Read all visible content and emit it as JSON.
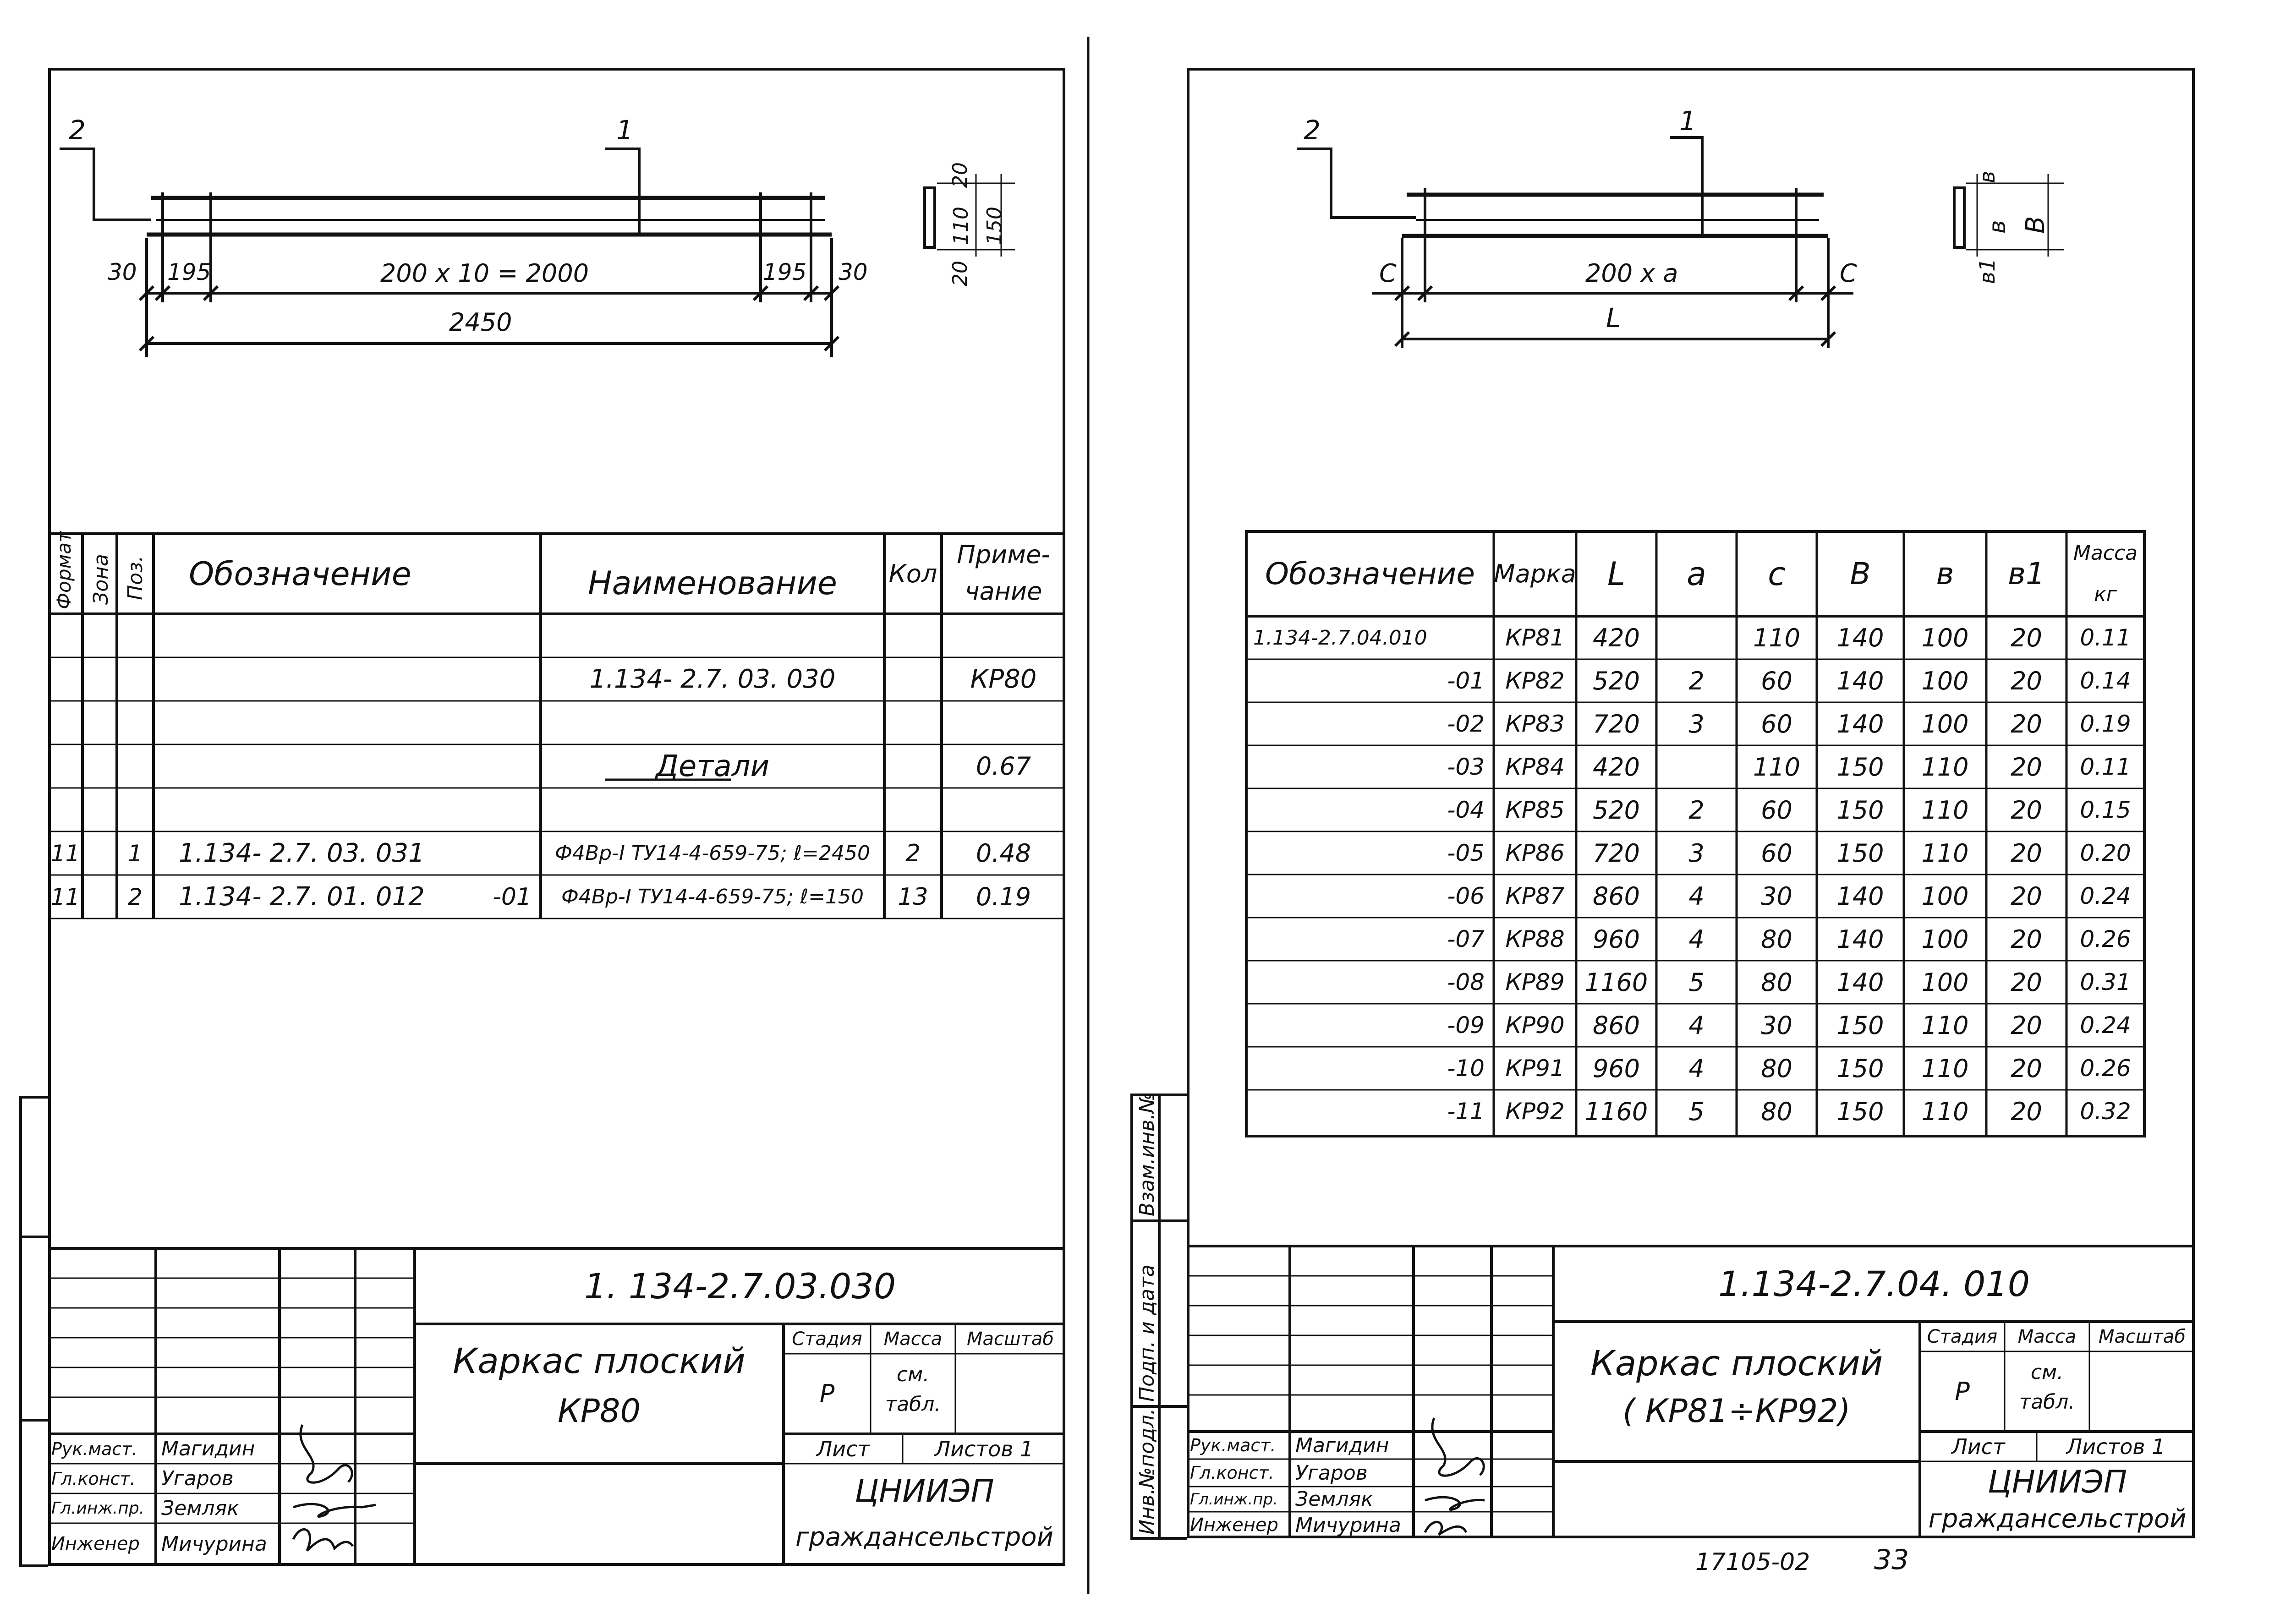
{
  "left_sheet": {
    "drawing": {
      "callout_2": "2",
      "callout_1": "1",
      "dim_30_left": "30",
      "dim_195_left": "195",
      "dim_middle": "200 x 10 = 2000",
      "dim_195_right": "195",
      "dim_30_right": "30",
      "dim_total": "2450",
      "sec_20_top": "20",
      "sec_110": "110",
      "sec_150": "150",
      "sec_20_bottom": "20"
    },
    "spec_headers": {
      "format": "Формат",
      "zone": "Зона",
      "pos": "Поз.",
      "designation": "Обозначение",
      "name": "Наименование",
      "qty": "Кол",
      "note_1": "Приме-",
      "note_2": "чание"
    },
    "spec_rows": {
      "r1_name": "1.134- 2.7. 03. 030",
      "r1_note": "КР80",
      "r2_name": "Детали",
      "r2_note": "0.67",
      "r3_format": "11",
      "r3_pos": "1",
      "r3_designation": "1.134- 2.7. 03. 031",
      "r3_name": "Ф4Вр-I ТУ14-4-659-75; ℓ=2450",
      "r3_qty": "2",
      "r3_note": "0.48",
      "r4_format": "11",
      "r4_pos": "2",
      "r4_designation": "1.134- 2.7. 01. 012",
      "r4_suffix": "-01",
      "r4_name": "Ф4Вр-I ТУ14-4-659-75; ℓ=150",
      "r4_qty": "13",
      "r4_note": "0.19"
    },
    "title_block": {
      "code": "1. 134-2.7.03.030",
      "title_1": "Каркас плоский",
      "title_2": "КР80",
      "stage_h": "Стадия",
      "mass_h": "Масса",
      "scale_h": "Масштаб",
      "stage": "Р",
      "mass_1": "см.",
      "mass_2": "табл.",
      "sheet": "Лист",
      "sheets": "Листов 1",
      "org_1": "ЦНИИЭП",
      "org_2": "граждансельстрой",
      "role_1": "Рук.маст.",
      "person_1": "Магидин",
      "role_2": "Гл.конст.",
      "person_2": "Угаров",
      "role_3": "Гл.инж.пр.",
      "person_3": "Земляк",
      "role_4": "Инженер",
      "person_4": "Мичурина"
    }
  },
  "right_sheet": {
    "drawing": {
      "callout_2": "2",
      "callout_1": "1",
      "dim_c_left": "С",
      "dim_middle": "200 х а",
      "dim_c_right": "С",
      "dim_total": "L",
      "sec_b_top": "в",
      "sec_b_mid": "в",
      "sec_B": "В",
      "sec_b1": "в1"
    },
    "table": {
      "headers": [
        "Обозначение",
        "Марка",
        "L",
        "а",
        "с",
        "В",
        "в",
        "в1",
        "Масса кг"
      ],
      "rows": [
        [
          "1.134-2.7.04.010",
          "КР81",
          "420",
          "",
          "110",
          "140",
          "100",
          "20",
          "0.11"
        ],
        [
          "-01",
          "КР82",
          "520",
          "2",
          "60",
          "140",
          "100",
          "20",
          "0.14"
        ],
        [
          "-02",
          "КР83",
          "720",
          "3",
          "60",
          "140",
          "100",
          "20",
          "0.19"
        ],
        [
          "-03",
          "КР84",
          "420",
          "",
          "110",
          "150",
          "110",
          "20",
          "0.11"
        ],
        [
          "-04",
          "КР85",
          "520",
          "2",
          "60",
          "150",
          "110",
          "20",
          "0.15"
        ],
        [
          "-05",
          "КР86",
          "720",
          "3",
          "60",
          "150",
          "110",
          "20",
          "0.20"
        ],
        [
          "-06",
          "КР87",
          "860",
          "4",
          "30",
          "140",
          "100",
          "20",
          "0.24"
        ],
        [
          "-07",
          "КР88",
          "960",
          "4",
          "80",
          "140",
          "100",
          "20",
          "0.26"
        ],
        [
          "-08",
          "КР89",
          "1160",
          "5",
          "80",
          "140",
          "100",
          "20",
          "0.31"
        ],
        [
          "-09",
          "КР90",
          "860",
          "4",
          "30",
          "150",
          "110",
          "20",
          "0.24"
        ],
        [
          "-10",
          "КР91",
          "960",
          "4",
          "80",
          "150",
          "110",
          "20",
          "0.26"
        ],
        [
          "-11",
          "КР92",
          "1160",
          "5",
          "80",
          "150",
          "110",
          "20",
          "0.32"
        ]
      ]
    },
    "side_stamp": {
      "s1": "Инв.№подл.",
      "s2": "Подп. и дата",
      "s3": "Взам.инв.№"
    },
    "title_block": {
      "code": "1.134-2.7.04. 010",
      "title_1": "Каркас плоский",
      "title_2": "( КР81÷КР92)",
      "stage_h": "Стадия",
      "mass_h": "Масса",
      "scale_h": "Масштаб",
      "stage": "Р",
      "mass_1": "см.",
      "mass_2": "табл.",
      "sheet": "Лист",
      "sheets": "Листов 1",
      "org_1": "ЦНИИЭП",
      "org_2": "граждансельстрой",
      "role_1": "Рук.маст.",
      "person_1": "Магидин",
      "role_2": "Гл.конст.",
      "person_2": "Угаров",
      "role_3": "Гл.инж.пр.",
      "person_3": "Земляк",
      "role_4": "Инженер",
      "person_4": "Мичурина"
    }
  },
  "footer": {
    "number": "17105-02",
    "page": "33"
  }
}
